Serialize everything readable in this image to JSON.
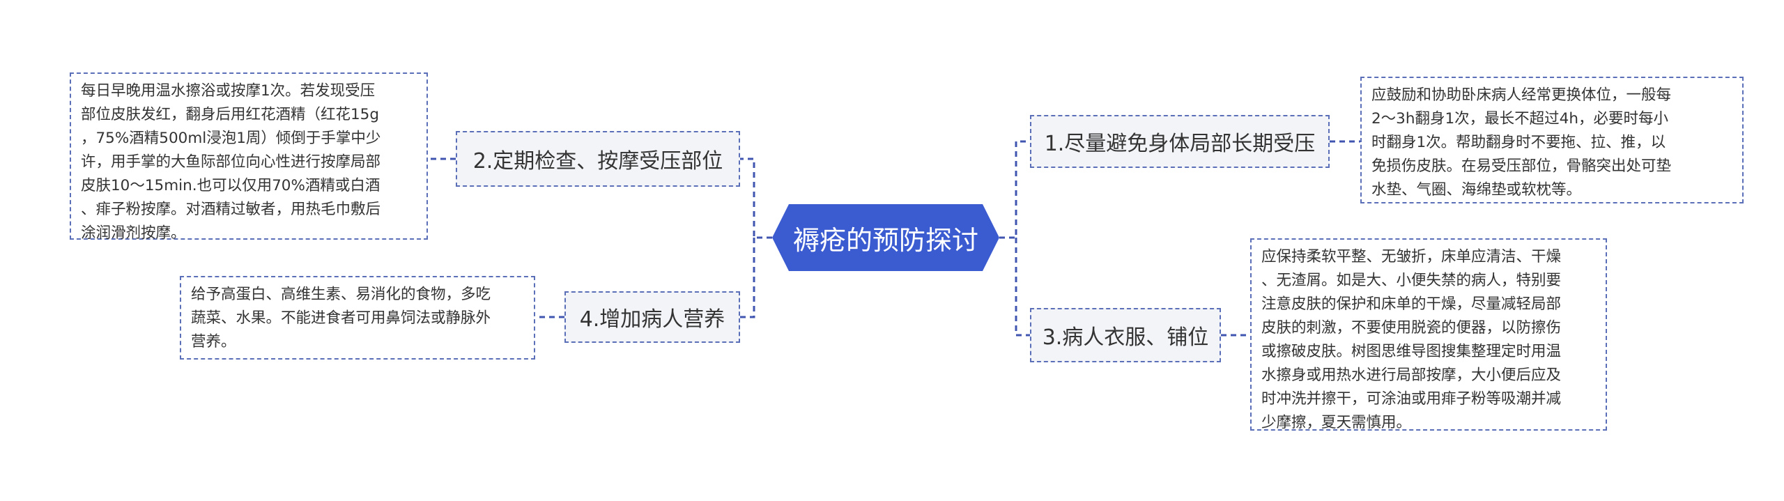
{
  "center": {
    "label": "褥疮的预防探讨"
  },
  "branches": {
    "b1": {
      "label": "1.尽量避免身体局部长期受压"
    },
    "b2": {
      "label": "2.定期检查、按摩受压部位"
    },
    "b3": {
      "label": "3.病人衣服、铺位"
    },
    "b4": {
      "label": "4.增加病人营养"
    }
  },
  "notes": {
    "n1": {
      "lines": [
        "应鼓励和协助卧床病人经常更换体位，一般每",
        "2～3h翻身1次，最长不超过4h，必要时每小",
        "时翻身1次。帮助翻身时不要拖、拉、推，以",
        "免损伤皮肤。在易受压部位，骨骼突出处可垫",
        "水垫、气圈、海绵垫或软枕等。"
      ]
    },
    "n2": {
      "lines": [
        "每日早晚用温水擦浴或按摩1次。若发现受压",
        "部位皮肤发红，翻身后用红花酒精（红花15g",
        "，75%酒精500ml浸泡1周）倾倒于手掌中少",
        "许，用手掌的大鱼际部位向心性进行按摩局部",
        "皮肤10～15min.也可以仅用70%酒精或白酒",
        "、痱子粉按摩。对酒精过敏者，用热毛巾敷后",
        "涂润滑剂按摩。"
      ]
    },
    "n3": {
      "lines": [
        "应保持柔软平整、无皱折，床单应清洁、干燥",
        "、无渣屑。如是大、小便失禁的病人，特别要",
        "注意皮肤的保护和床单的干燥，尽量减轻局部",
        "皮肤的刺激，不要使用脱瓷的便器，以防擦伤",
        "或擦破皮肤。树图思维导图搜集整理定时用温",
        "水擦身或用热水进行局部按摩，大小便后应及",
        "时冲洗并擦干，可涂油或用痱子粉等吸潮并减",
        "少摩擦，夏天需慎用。"
      ]
    },
    "n4": {
      "lines": [
        "给予高蛋白、高维生素、易消化的食物，多吃",
        "蔬菜、水果。不能进食者可用鼻饲法或静脉外",
        "营养。"
      ]
    }
  },
  "colors": {
    "center_fill": "#3b5bd1",
    "connector": "#3f55b0",
    "box_border": "#5a6fb8",
    "branch_fill": "#f3f4f8"
  }
}
